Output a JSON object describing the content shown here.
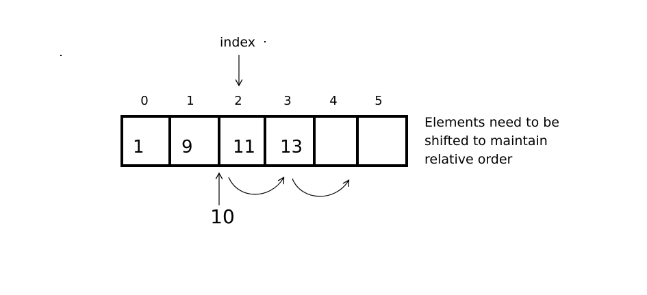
{
  "index_label": "index",
  "indices": [
    "0",
    "1",
    "2",
    "3",
    "4",
    "5"
  ],
  "cells": [
    "1",
    "9",
    "11",
    "13",
    "",
    ""
  ],
  "insert_value": "10",
  "note_lines": [
    "Elements need to be",
    "shifted to maintain",
    "relative order"
  ],
  "colors": {
    "stroke": "#000000",
    "background": "#ffffff"
  }
}
